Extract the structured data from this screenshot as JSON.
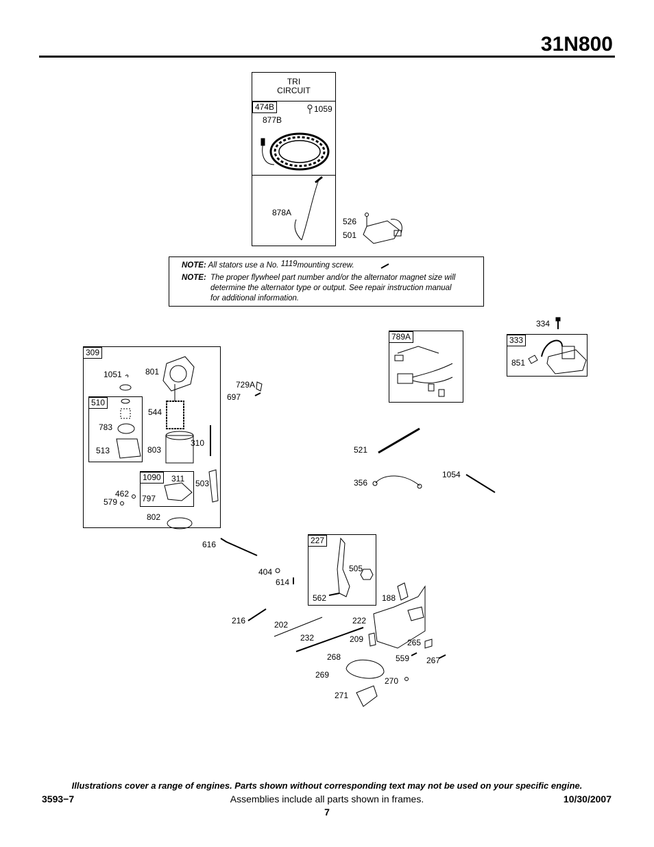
{
  "header": {
    "model": "31N800"
  },
  "tri_circuit": {
    "title_line1": "TRI",
    "title_line2": "CIRCUIT"
  },
  "notes": {
    "note1_prefix": "NOTE:",
    "note1_text_a": "All stators use a No.",
    "note1_part": "1119",
    "note1_text_b": "mounting screw.",
    "note2_prefix": "NOTE:",
    "note2_line1": "The proper flywheel part number and/or the alternator magnet size will",
    "note2_line2": "determine the alternator type or output. See repair instruction manual",
    "note2_line3": "for additional information."
  },
  "frames": {
    "f474B": "474B",
    "f309": "309",
    "f510": "510",
    "f1090": "1090",
    "f789A": "789A",
    "f333": "333",
    "f227": "227"
  },
  "labels": {
    "l1059": "1059",
    "l877B": "877B",
    "l878A": "878A",
    "l526": "526",
    "l501": "501",
    "l334": "334",
    "l851": "851",
    "l1051": "1051",
    "l801": "801",
    "l544": "544",
    "l783": "783",
    "l513": "513",
    "l803": "803",
    "l310": "310",
    "l311": "311",
    "l503": "503",
    "l462": "462",
    "l797": "797",
    "l579": "579",
    "l802": "802",
    "l729A": "729A",
    "l697": "697",
    "l521": "521",
    "l356": "356",
    "l1054": "1054",
    "l616": "616",
    "l404": "404",
    "l614": "614",
    "l505": "505",
    "l562": "562",
    "l188": "188",
    "l216": "216",
    "l202": "202",
    "l222": "222",
    "l232": "232",
    "l209": "209",
    "l265": "265",
    "l268": "268",
    "l559": "559",
    "l267": "267",
    "l269": "269",
    "l270": "270",
    "l271": "271"
  },
  "footer": {
    "disclaimer": "Illustrations cover a range of engines. Parts shown without corresponding text may not be used on your specific engine.",
    "doc_number": "3593−7",
    "assemblies_note": "Assemblies include all parts shown in frames.",
    "date": "10/30/2007",
    "page_number": "7"
  }
}
